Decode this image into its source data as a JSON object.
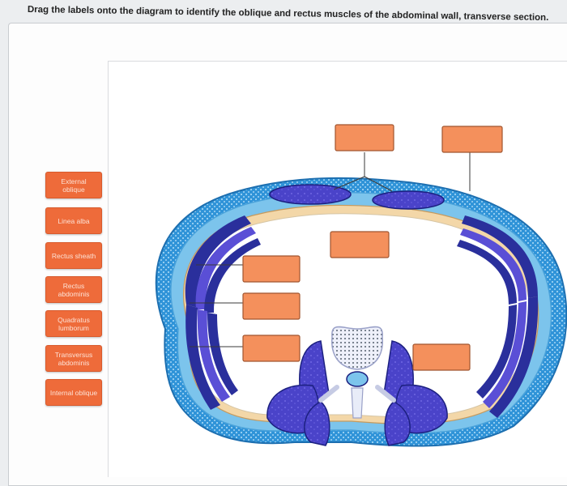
{
  "instruction": "Drag the labels onto the diagram to identify the oblique and rectus muscles of the abdominal wall, transverse section.",
  "labels": [
    {
      "id": "external-oblique",
      "text": "External oblique"
    },
    {
      "id": "linea-alba",
      "text": "Linea alba"
    },
    {
      "id": "rectus-sheath",
      "text": "Rectus sheath"
    },
    {
      "id": "rectus-abdominis",
      "text": "Rectus abdominis"
    },
    {
      "id": "quadratus-lumborum",
      "text": "Quadratus lumborum"
    },
    {
      "id": "transversus-abdominis",
      "text": "Transversus abdominis"
    },
    {
      "id": "internal-oblique",
      "text": "Internal oblique"
    }
  ],
  "drop_targets": [
    "top-left",
    "top-right",
    "middle",
    "left-upper",
    "left-middle",
    "left-lower",
    "lower-right"
  ],
  "colors": {
    "label_fill": "#ee6b3a",
    "label_text": "#fde2d6",
    "target_fill": "#f4905c",
    "muscle_dark": "#2a2f9c",
    "muscle_mid": "#5a4fd6",
    "fascia_light": "#7cc4ec",
    "outer_ring": "#1f8fd4",
    "fat_layer": "#f3d7a8"
  }
}
